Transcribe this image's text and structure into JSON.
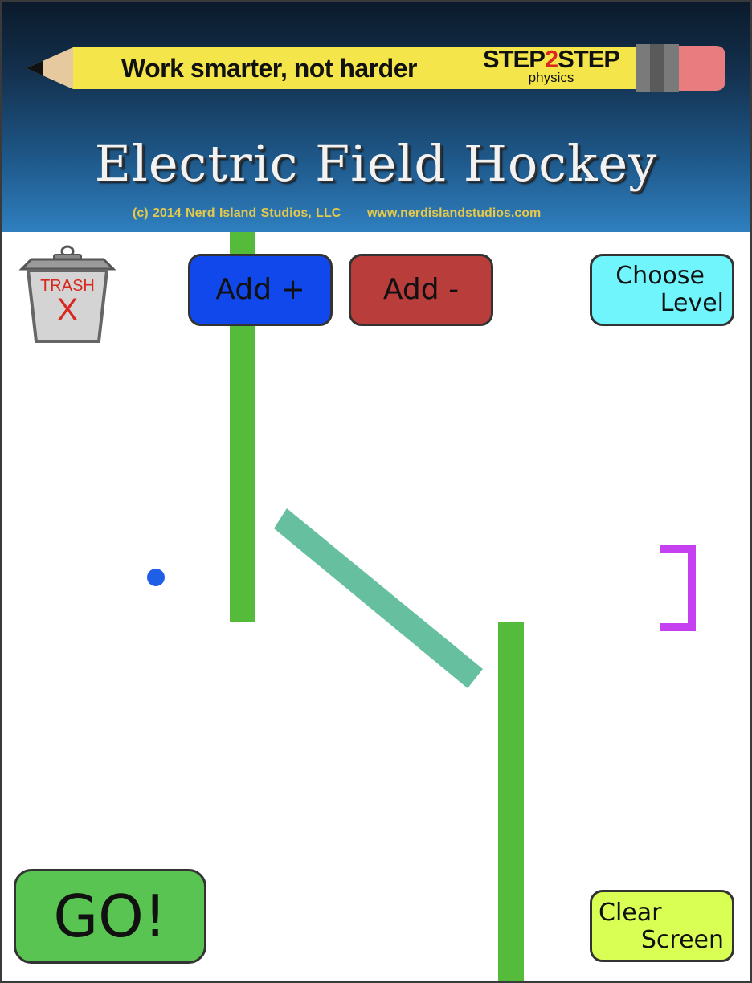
{
  "header": {
    "banner_text": "Work smarter, not harder",
    "brand_left": "STEP",
    "brand_num": "2",
    "brand_right": "STEP",
    "brand_sub": "physics",
    "title": "Electric Field Hockey",
    "copyright": "(c) 2014 Nerd Island Studios, LLC      www.nerdislandstudios.com"
  },
  "controls": {
    "trash_label": "TRASH",
    "trash_mark": "X",
    "add_positive": "Add +",
    "add_negative": "Add -",
    "choose_level_line1": "Choose",
    "choose_level_line2": "Level",
    "go": "GO!",
    "clear_line1": "Clear",
    "clear_line2": "Screen"
  },
  "icons": {
    "trash": "trash-can-icon",
    "pencil": "pencil-icon",
    "puck": "puck-icon",
    "goal": "goal-bracket-icon"
  },
  "colors": {
    "add_positive": "#1148ec",
    "add_negative": "#b93d3a",
    "choose_level": "#6ff5fb",
    "go": "#5ac452",
    "clear": "#d9ff55",
    "wall": "#55bb3a",
    "diagonal_wall": "#66c0a0",
    "goal": "#c440f0",
    "puck": "#1f5fe8",
    "copyright": "#e6c94a"
  }
}
